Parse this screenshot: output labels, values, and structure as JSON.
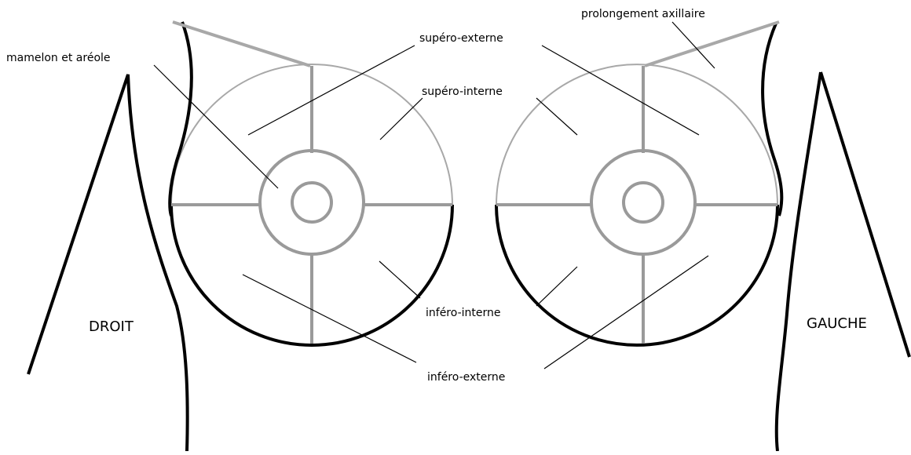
{
  "labels": {
    "mamelon": "mamelon et aréole",
    "supero_externe": "supéro-externe",
    "supero_interne": "supéro-interne",
    "infero_interne": "inféro-interne",
    "infero_externe": "inféro-externe",
    "prolongement": "prolongement axillaire",
    "droit": "DROIT",
    "gauche": "GAUCHE"
  },
  "colors": {
    "outline": "#000000",
    "quadrant_lines": "#9a9a9a",
    "leader_lines": "#000000",
    "background": "#ffffff"
  }
}
